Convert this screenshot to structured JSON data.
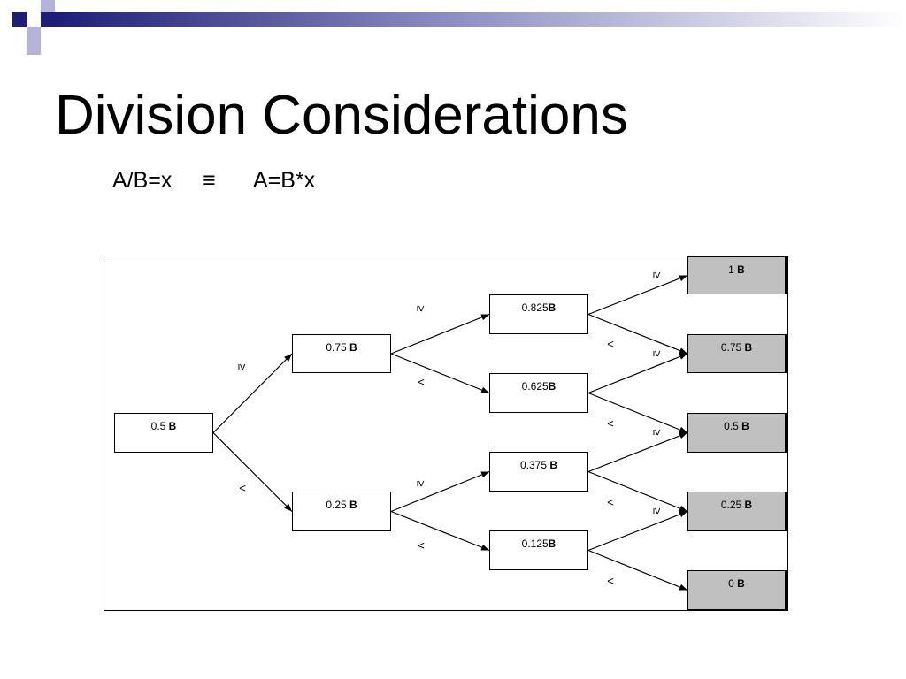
{
  "slide": {
    "title": "Division Considerations",
    "equation": {
      "left": "A/B=x",
      "equiv": "≡",
      "right": "A=B*x"
    }
  },
  "theme": {
    "navy": "#1e1e78",
    "lavender": "#b4b4da",
    "ink": "#000000",
    "result_fill": "#c0c0c0"
  },
  "diagram": {
    "nodes": [
      {
        "text": "0.5 ",
        "bold": "B",
        "shaded": false
      },
      {
        "text": "0.75 ",
        "bold": "B",
        "shaded": false
      },
      {
        "text": "0.25 ",
        "bold": "B",
        "shaded": false
      },
      {
        "text": "0.825",
        "bold": "B",
        "shaded": false
      },
      {
        "text": "0.625",
        "bold": "B",
        "shaded": false
      },
      {
        "text": "0.375 ",
        "bold": "B",
        "shaded": false
      },
      {
        "text": "0.125",
        "bold": "B",
        "shaded": false
      },
      {
        "text": "1 ",
        "bold": "B",
        "shaded": true
      },
      {
        "text": "0.75 ",
        "bold": "B",
        "shaded": true
      },
      {
        "text": "0.5 ",
        "bold": "B",
        "shaded": true
      },
      {
        "text": "0.25 ",
        "bold": "B",
        "shaded": true
      },
      {
        "text": "0 ",
        "bold": "B",
        "shaded": true
      }
    ],
    "edges": [
      {
        "from": 0,
        "to": 1,
        "label": "≥"
      },
      {
        "from": 0,
        "to": 2,
        "label": "<"
      },
      {
        "from": 1,
        "to": 3,
        "label": "≥"
      },
      {
        "from": 1,
        "to": 4,
        "label": "<"
      },
      {
        "from": 2,
        "to": 5,
        "label": "≥"
      },
      {
        "from": 2,
        "to": 6,
        "label": "<"
      },
      {
        "from": 3,
        "to": 7,
        "label": "≥"
      },
      {
        "from": 3,
        "to": 8,
        "label": "<"
      },
      {
        "from": 4,
        "to": 8,
        "label": "≥"
      },
      {
        "from": 4,
        "to": 9,
        "label": "<"
      },
      {
        "from": 5,
        "to": 9,
        "label": "≥"
      },
      {
        "from": 5,
        "to": 10,
        "label": "<"
      },
      {
        "from": 6,
        "to": 10,
        "label": "≥"
      },
      {
        "from": 6,
        "to": 11,
        "label": "<"
      }
    ]
  }
}
